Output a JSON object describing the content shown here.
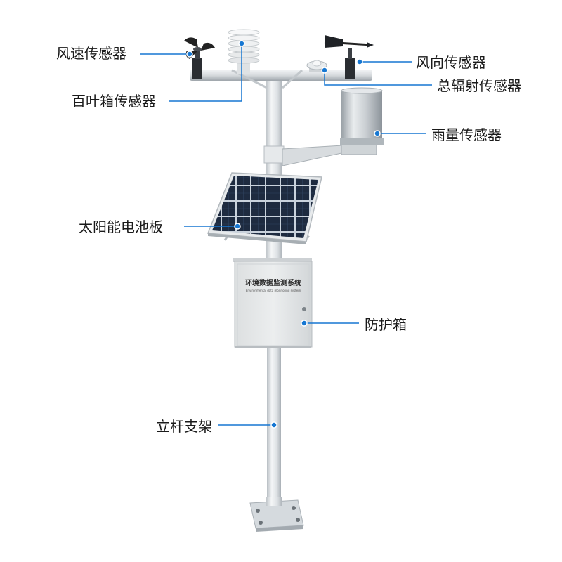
{
  "labels": {
    "anemometer": "风速传感器",
    "wind_vane": "风向传感器",
    "radiation": "总辐射传感器",
    "shutter_box": "百叶箱传感器",
    "rain_gauge": "雨量传感器",
    "solar_panel": "太阳能电池板",
    "protection_box": "防护箱",
    "pole": "立杆支架"
  },
  "cabinet": {
    "title": "环境数据监测系统",
    "subtitle": "Environmental data monitoring system"
  },
  "colors": {
    "leader_line": "#1677d2",
    "leader_dot": "#1677d2",
    "panel_cell": "#1d2a3e",
    "pole": "#dfe3e6",
    "cabinet": "#e8eaeb"
  }
}
